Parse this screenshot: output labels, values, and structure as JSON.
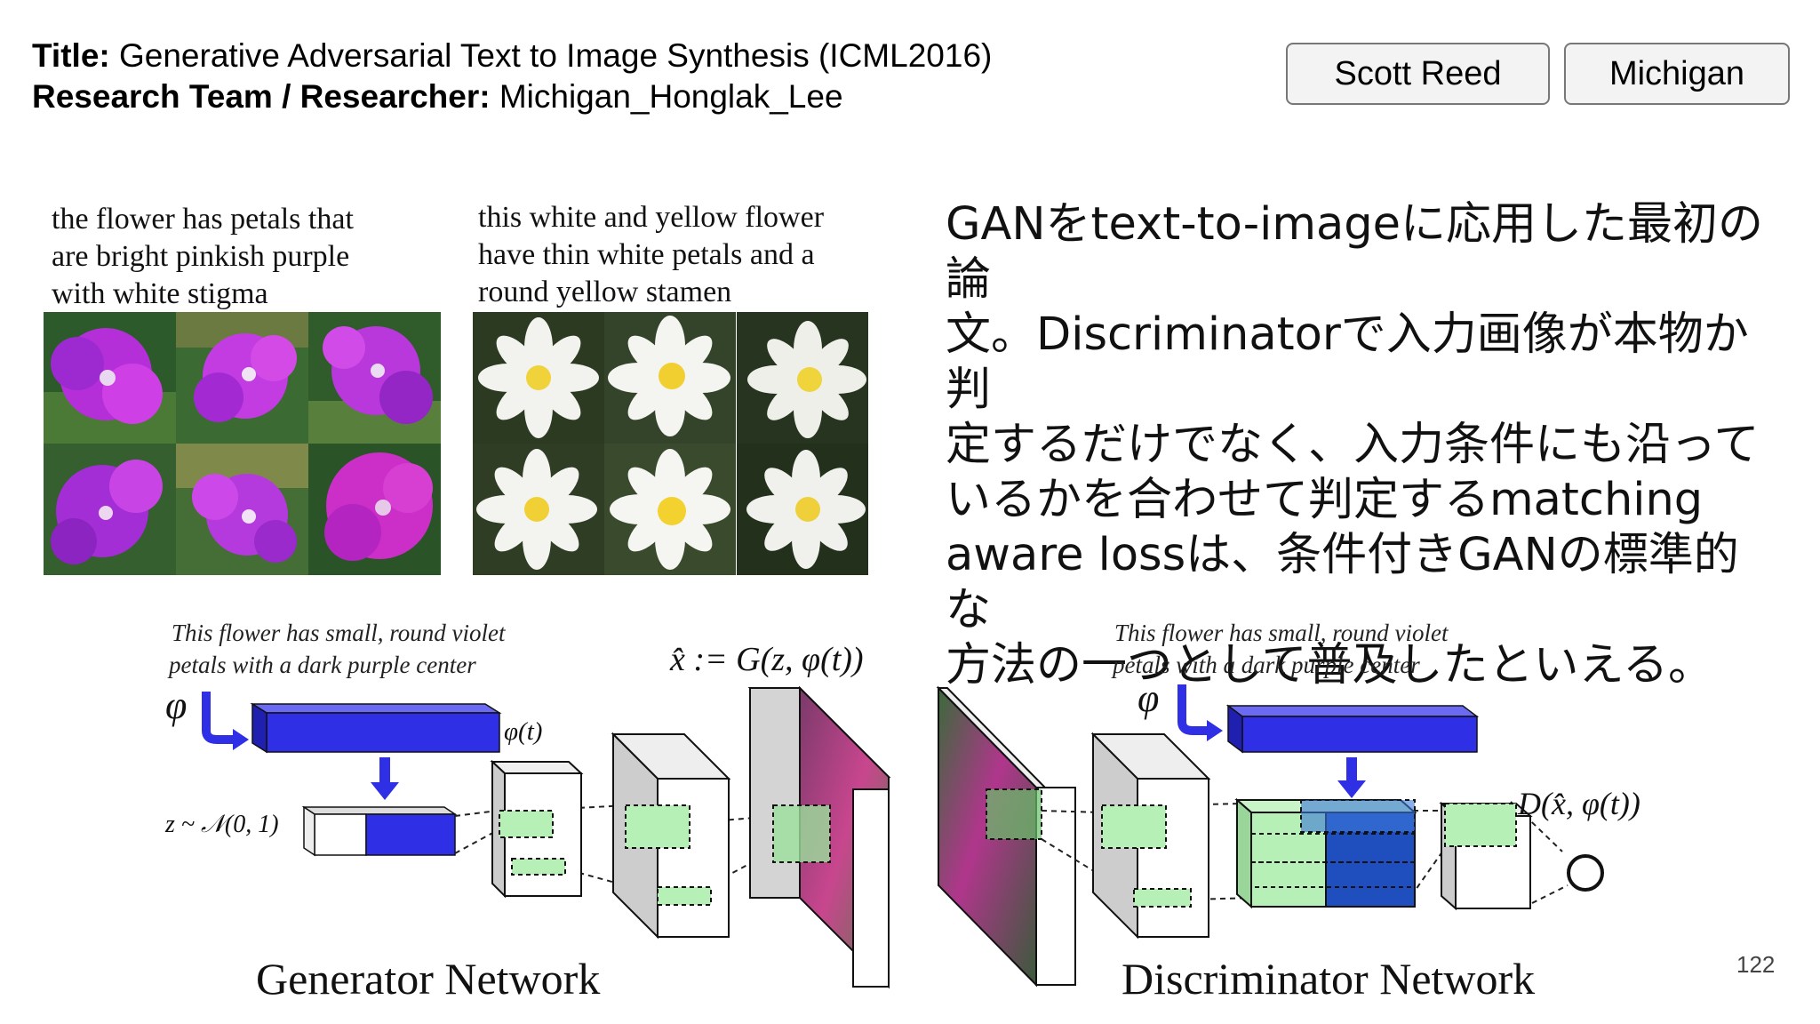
{
  "header": {
    "title_label": "Title:",
    "title_value": "Generative Adversarial Text to Image Synthesis (ICML2016)",
    "team_label": "Research Team / Researcher:",
    "team_value": "Michigan_Honglak_Lee"
  },
  "tags": [
    "Scott Reed",
    "Michigan"
  ],
  "examples": [
    {
      "caption": [
        "the flower has petals that",
        "are bright pinkish purple",
        "with white stigma"
      ]
    },
    {
      "caption": [
        "this white and yellow flower",
        "have thin white petals and a",
        "round yellow stamen"
      ]
    }
  ],
  "summary": [
    "GANをtext-to-imageに応用した最初の論",
    "文。Discriminatorで入力画像が本物か判",
    "定するだけでなく、入力条件にも沿って",
    "いるかを合わせて判定するmatching",
    "aware lossは、条件付きGANの標準的な",
    "方法の一つとして普及したといえる。"
  ],
  "diagram": {
    "gen_caption": [
      "This flower has small, round violet",
      "petals with a dark purple center"
    ],
    "disc_caption": [
      "This flower has small, round violet",
      "petals with a dark purple center"
    ],
    "phi": "φ",
    "phi_t": "φ(t)",
    "z_label": "z ~ 𝒩(0, 1)",
    "xhat_label": "x̂ := G(z, φ(t))",
    "d_label": "D(x̂, φ(t))",
    "gen_title": "Generator Network",
    "disc_title": "Discriminator Network"
  },
  "page_number": "122",
  "colors": {
    "blue": "#2f2fe6",
    "green": "#b7f0b7",
    "violet": "#b233d6",
    "navy": "#1f4fbf"
  }
}
